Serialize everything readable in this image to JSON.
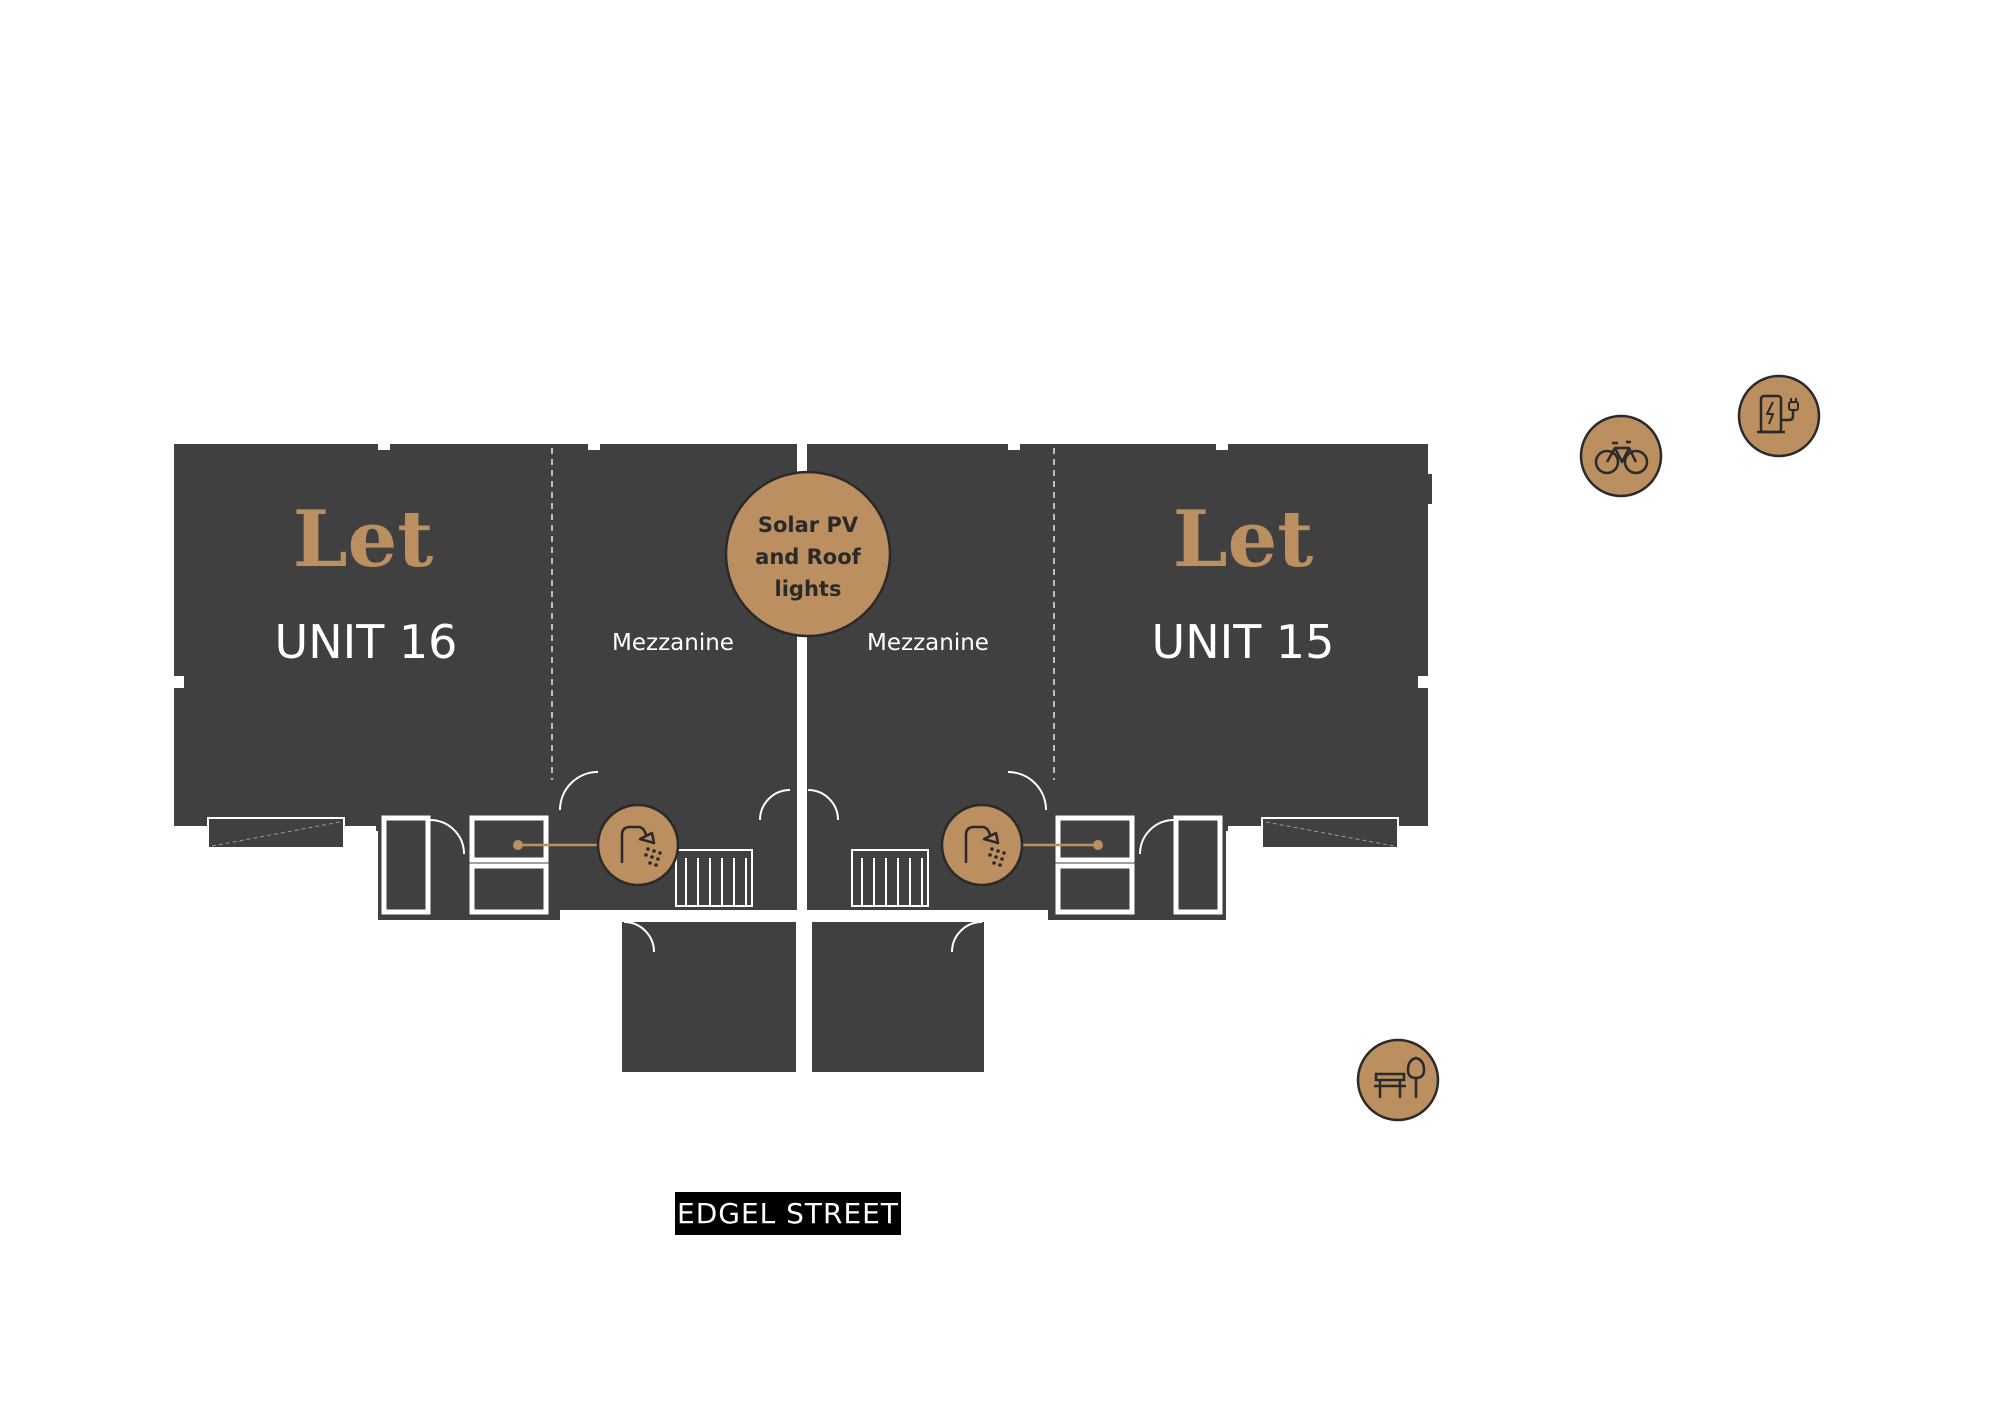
{
  "colors": {
    "building": "#404040",
    "accent": "#bb8f5f",
    "wall": "#ffffff",
    "icon_line": "#2a2a2a",
    "street_bg": "#000000"
  },
  "units": [
    {
      "status": "Let",
      "name": "UNIT 16",
      "mezzanine": "Mezzanine"
    },
    {
      "status": "Let",
      "name": "UNIT 15",
      "mezzanine": "Mezzanine"
    }
  ],
  "solar": {
    "line1": "Solar PV",
    "line2": "and Roof",
    "line3": "lights"
  },
  "street": {
    "name": "EDGEL STREET"
  },
  "amenities": {
    "bike": "bicycle-icon",
    "ev": "ev-charger-icon",
    "picnic": "picnic-bench-icon",
    "shower": "shower-icon"
  }
}
